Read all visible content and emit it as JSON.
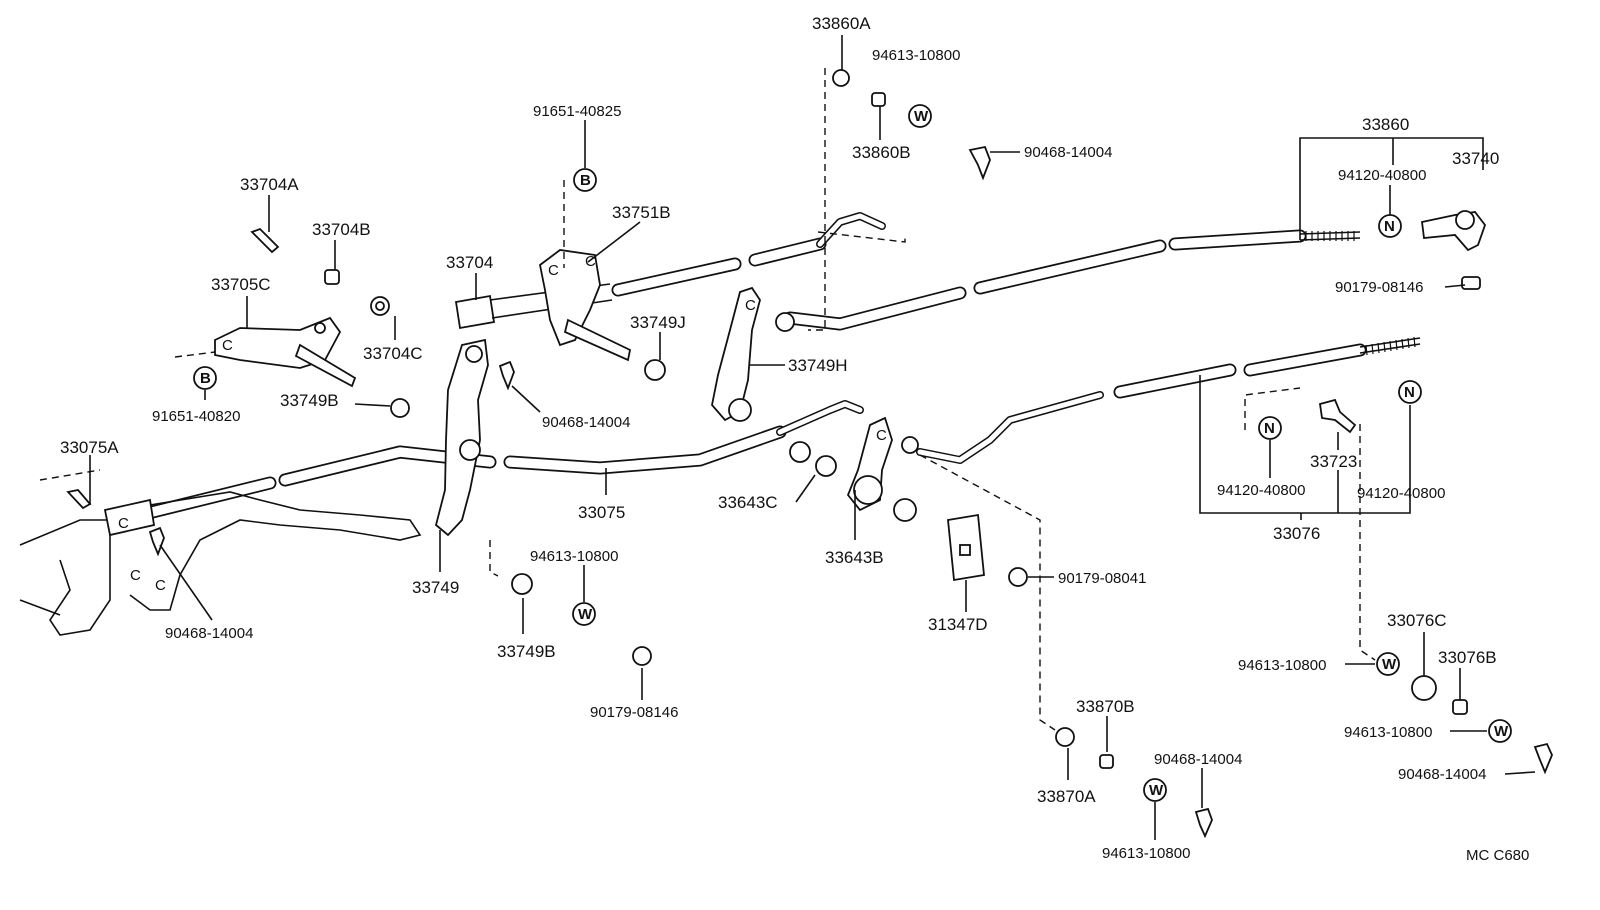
{
  "labels": {
    "p33860A": "33860A",
    "p94613_top": "94613-10800",
    "p33860B": "33860B",
    "p90468_top": "90468-14004",
    "p33860": "33860",
    "p33740": "33740",
    "p94120_top": "94120-40800",
    "p90179_08146_top": "90179-08146",
    "p91651_40825": "91651-40825",
    "p33751B": "33751B",
    "p33704A": "33704A",
    "p33704B": "33704B",
    "p33704": "33704",
    "p33705C": "33705C",
    "p33704C": "33704C",
    "p33749J": "33749J",
    "p33749H": "33749H",
    "p33749B_left": "33749B",
    "p91651_40820": "91651-40820",
    "p90468_mid": "90468-14004",
    "p33075A": "33075A",
    "p33075": "33075",
    "p33643C": "33643C",
    "p33643B": "33643B",
    "p33749": "33749",
    "p90468_left": "90468-14004",
    "p94613_mid": "94613-10800",
    "p33749B_bottom": "33749B",
    "p90179_08146_bottom": "90179-08146",
    "p31347D": "31347D",
    "p90179_08041": "90179-08041",
    "p33723": "33723",
    "p94120_a": "94120-40800",
    "p94120_b": "94120-40800",
    "p33076": "33076",
    "p33076C": "33076C",
    "p33076B": "33076B",
    "p94613_right1": "94613-10800",
    "p94613_right2": "94613-10800",
    "p33870B": "33870B",
    "p33870A": "33870A",
    "p90468_bottom": "90468-14004",
    "p94613_bottom": "94613-10800",
    "p90468_right": "90468-14004",
    "footer_code": "MC  C680"
  },
  "symbols": {
    "W": "W",
    "N": "N",
    "B": "B"
  }
}
